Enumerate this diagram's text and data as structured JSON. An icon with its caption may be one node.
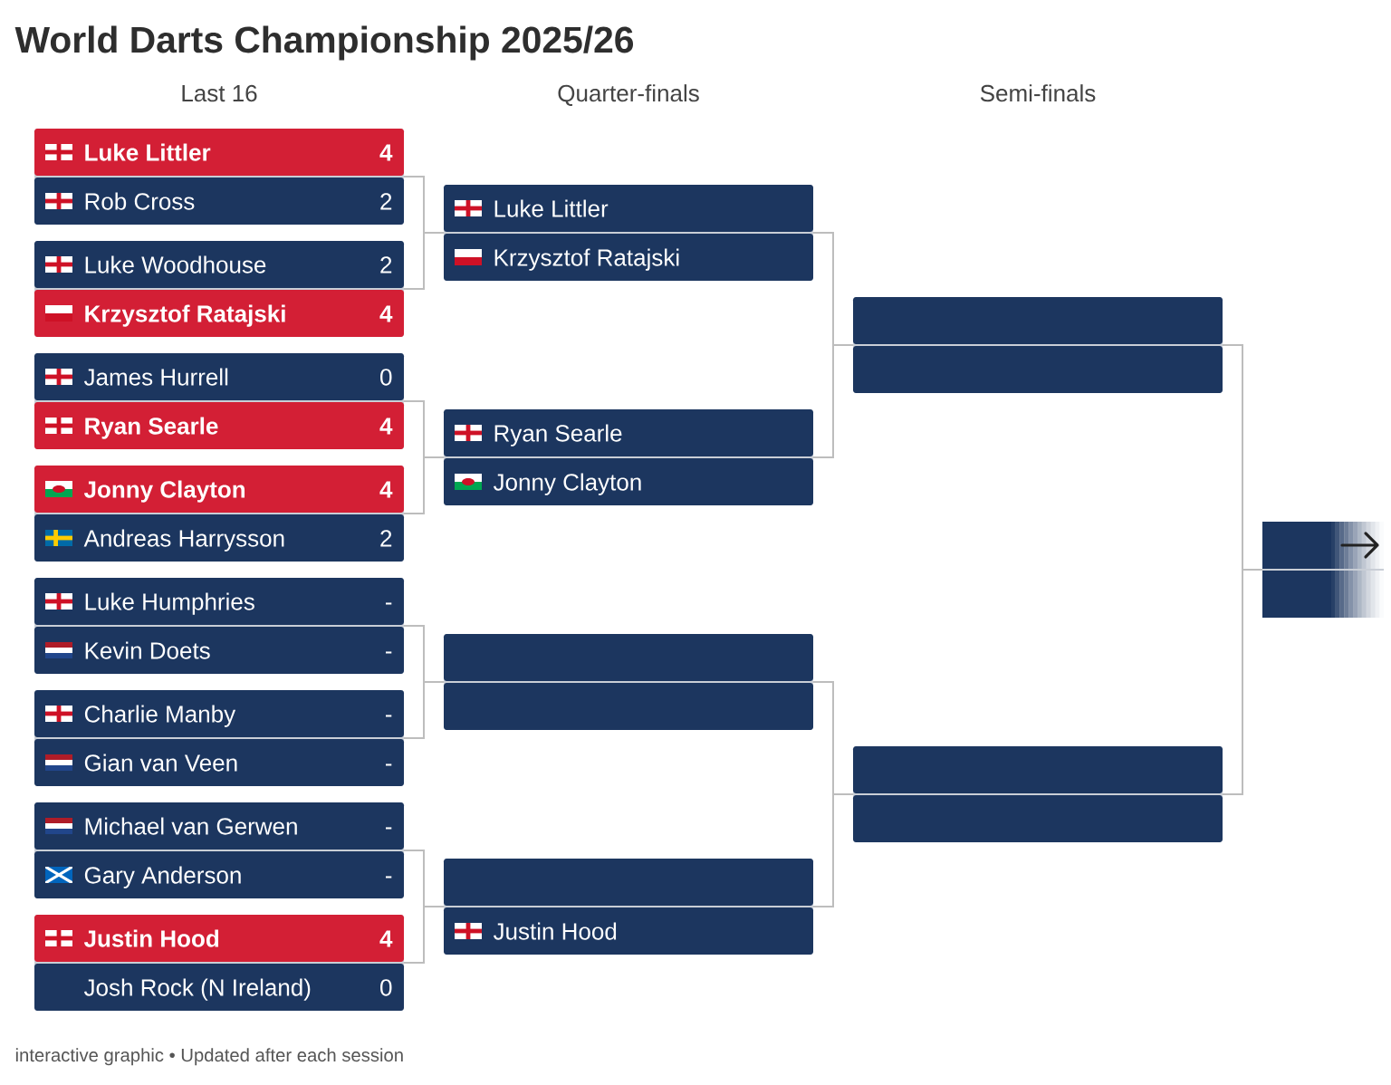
{
  "diagram": {
    "title": "World Darts Championship 2025/26",
    "caption": "interactive graphic • Updated after each session",
    "nodes": [
      {
        "text": [],
        "shape": "box"
      },
      {
        "text": [
          "Luke Littler",
          "4"
        ],
        "in": 0
      },
      {
        "text": [
          "Rob Cross",
          "2"
        ],
        "in": 0
      },
      {
        "text": [],
        "shape": "box"
      },
      {
        "text": [
          "Luke Woodhouse",
          "2"
        ],
        "in": 3
      },
      {
        "text": [
          "Krzysztof Ratajski",
          "4"
        ],
        "in": 3
      },
      {
        "text": [],
        "shape": "box"
      },
      {
        "text": [
          "James Hurrell",
          "0"
        ],
        "in": 6
      },
      {
        "text": [
          "Ryan Searle",
          "4"
        ],
        "in": 6
      },
      {
        "text": [],
        "shape": "box"
      },
      {
        "text": [
          "Jonny Clayton",
          "4"
        ],
        "in": 9
      },
      {
        "text": [
          "Andreas Harrysson",
          "2"
        ],
        "in": 9
      },
      {
        "text": [],
        "shape": "box"
      },
      {
        "text": [
          "Luke Humphries",
          "-"
        ],
        "in": 12
      },
      {
        "text": [
          "Kevin Doets",
          "-"
        ],
        "in": 12
      },
      {
        "text": [],
        "shape": "box"
      },
      {
        "text": [
          "Charlie Manby",
          "-"
        ],
        "in": 15
      },
      {
        "text": [
          "Gian van Veen",
          "-"
        ],
        "in": 15
      },
      {
        "text": [],
        "shape": "box"
      },
      {
        "text": [
          "Michael van Gerwen",
          "-"
        ],
        "in": 18
      },
      {
        "text": [
          "Gary Anderson",
          "-"
        ],
        "in": 18
      },
      {
        "text": [],
        "shape": "box"
      },
      {
        "text": [
          "Justin Hood",
          "4"
        ],
        "in": 21
      },
      {
        "text": [
          "Josh Rock (N Ireland)",
          "0"
        ],
        "in": 21
      },
      {
        "text": [],
        "shape": "box"
      },
      {
        "text": [
          "Luke Littler"
        ],
        "in": 24
      },
      {
        "text": [
          "Krzysztof Ratajski"
        ],
        "in": 24
      },
      {
        "text": [],
        "shape": "box"
      },
      {
        "text": [
          "Ryan Searle"
        ],
        "in": 27
      },
      {
        "text": [
          "Jonny Clayton"
        ],
        "in": 27
      },
      {
        "text": [],
        "shape": "box"
      },
      {
        "text": [],
        "shape": "box",
        "in": 30
      },
      {
        "text": [],
        "shape": "box",
        "in": 30
      },
      {
        "text": [],
        "shape": "box"
      },
      {
        "text": [],
        "shape": "box",
        "in": 33
      },
      {
        "text": [
          "Justin Hood"
        ],
        "in": 33
      },
      {
        "text": [],
        "shape": "box"
      },
      {
        "text": [],
        "shape": "box",
        "in": 36
      },
      {
        "text": [],
        "shape": "box",
        "in": 36
      },
      {
        "text": [],
        "shape": "box"
      },
      {
        "text": [],
        "shape": "box",
        "in": 39
      },
      {
        "text": [],
        "shape": "box",
        "in": 39
      },
      {
        "text": [],
        "shape": "box"
      },
      {
        "text": [],
        "shape": "box",
        "in": 42
      },
      {
        "text": [],
        "shape": "box",
        "in": 42
      }
    ],
    "edges": [
      {
        "from": 0,
        "to": 24,
        "arrow": "none"
      },
      {
        "from": 3,
        "to": 24,
        "arrow": "none"
      },
      {
        "from": 6,
        "to": 27,
        "arrow": "none"
      },
      {
        "from": 9,
        "to": 27,
        "arrow": "none"
      },
      {
        "from": 12,
        "to": 30,
        "arrow": "none"
      },
      {
        "from": 15,
        "to": 30,
        "arrow": "none"
      },
      {
        "from": 18,
        "to": 33,
        "arrow": "none"
      },
      {
        "from": 21,
        "to": 33,
        "arrow": "none"
      },
      {
        "from": 24,
        "to": 36,
        "arrow": "none"
      },
      {
        "from": 27,
        "to": 36,
        "arrow": "none"
      },
      {
        "from": 30,
        "to": 39,
        "arrow": "none"
      },
      {
        "from": 33,
        "to": 39,
        "arrow": "none"
      },
      {
        "from": 36,
        "to": 42,
        "arrow": "none"
      },
      {
        "from": 39,
        "to": 42,
        "arrow": "none"
      }
    ],
    "labels": [
      "Last 16",
      "Quarter-finals",
      "Semi-finals"
    ]
  }
}
